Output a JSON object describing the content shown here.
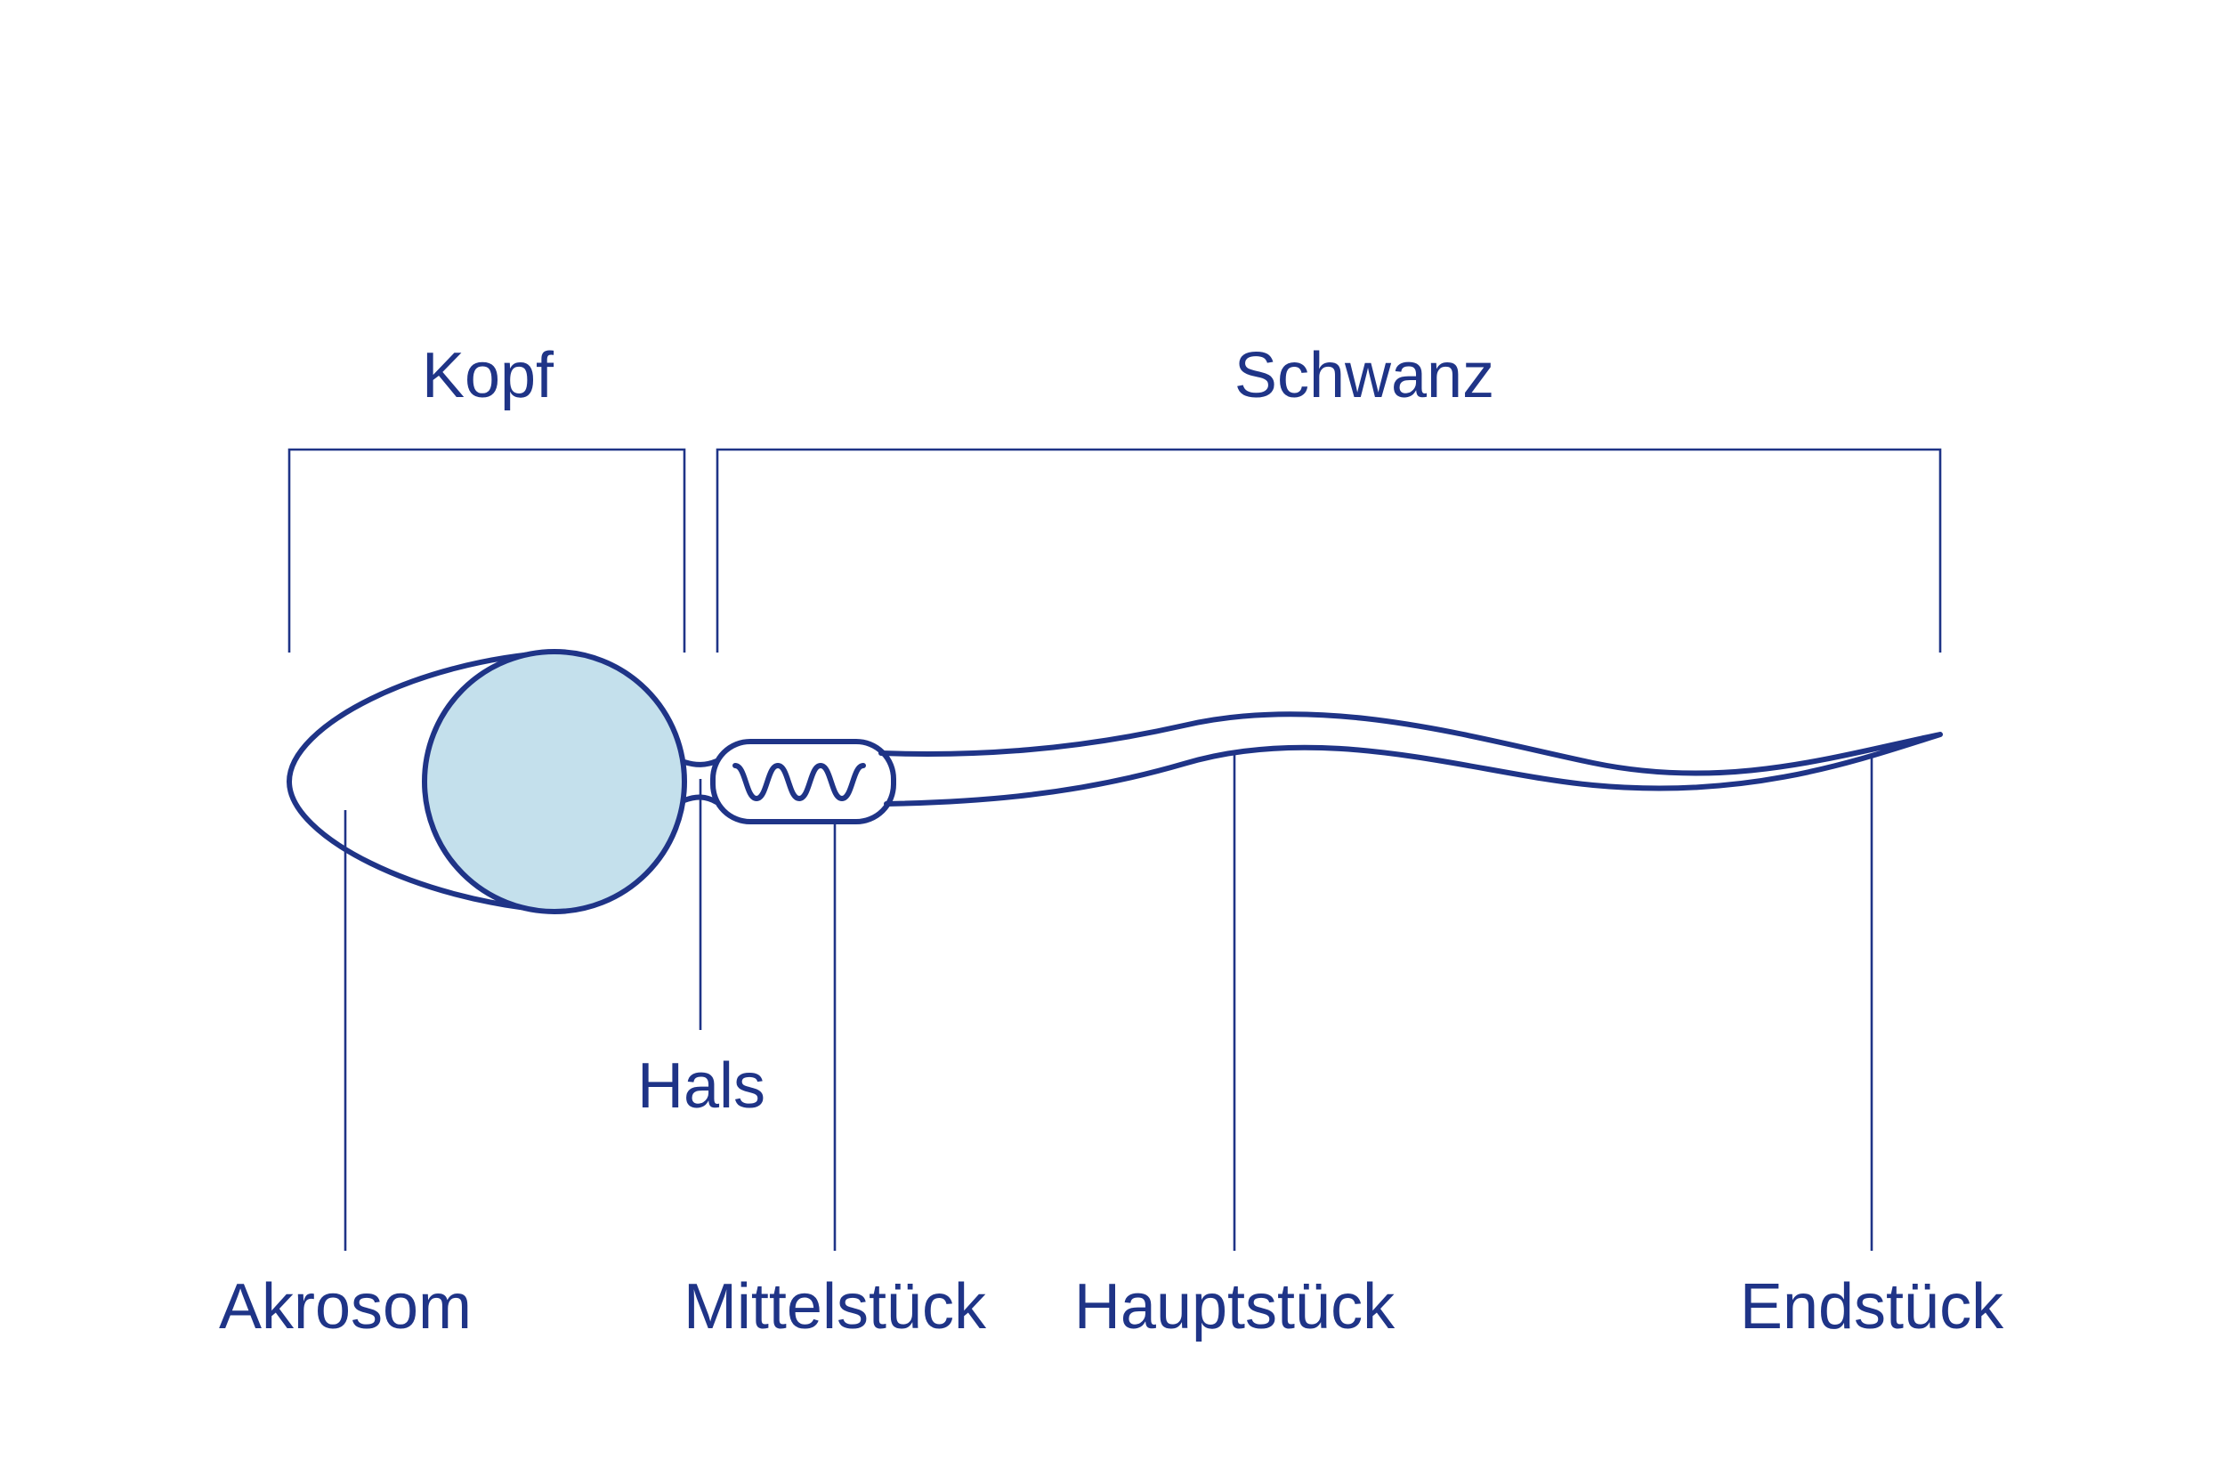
{
  "colors": {
    "line": "#1f3487",
    "nucleus_fill": "#c4e0ec",
    "background": "#ffffff"
  },
  "brackets": {
    "head": "Kopf",
    "tail": "Schwanz"
  },
  "labels": {
    "acrosome": "Akrosom",
    "neck": "Hals",
    "midpiece": "Mittelstück",
    "principal_piece": "Hauptstück",
    "end_piece": "Endstück"
  }
}
